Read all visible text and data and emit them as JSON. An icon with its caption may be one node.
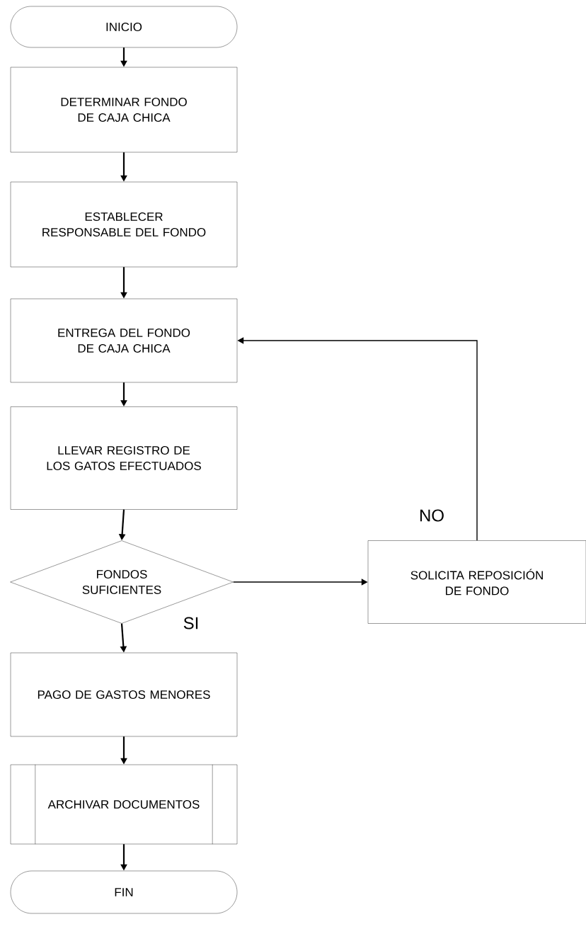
{
  "diagram": {
    "nodes": [
      {
        "text": [
          "INICIO"
        ]
      },
      {
        "text": [
          "DETERMINAR FONDO DE CAJA CHICA"
        ]
      },
      {
        "text": [
          "ESTABLECER RESPONSABLE DEL FONDO"
        ]
      },
      {
        "text": [
          "ENTREGA DEL FONDO DE CAJA CHICA"
        ]
      },
      {
        "text": [
          "LLEVAR REGISTRO DE LOS GATOS EFECTUADOS"
        ]
      },
      {
        "text": [
          "FONDOS SUFICIENTES"
        ]
      },
      {
        "text": [
          "SOLICITA REPOSICIÓN DE FONDO"
        ]
      },
      {
        "text": [
          "PAGO DE GASTOS MENORES"
        ]
      },
      {
        "text": [
          "ARCHIVAR DOCUMENTOS"
        ]
      },
      {
        "text": [
          "FIN"
        ]
      }
    ],
    "edges": [
      {
        "from": 0,
        "to": 1,
        "arrow": "to"
      },
      {
        "from": 1,
        "to": 2,
        "arrow": "to"
      },
      {
        "from": 2,
        "to": 3,
        "arrow": "to"
      },
      {
        "from": 3,
        "to": 4,
        "arrow": "to"
      },
      {
        "from": 4,
        "to": 5,
        "arrow": "to"
      },
      {
        "from": 5,
        "to": 6,
        "arrow": "to",
        "label": "NO"
      },
      {
        "from": 6,
        "to": 3,
        "arrow": "to"
      },
      {
        "from": 5,
        "to": 7,
        "arrow": "to",
        "label": "SI"
      },
      {
        "from": 7,
        "to": 8,
        "arrow": "to"
      },
      {
        "from": 8,
        "to": 9,
        "arrow": "to"
      }
    ]
  }
}
